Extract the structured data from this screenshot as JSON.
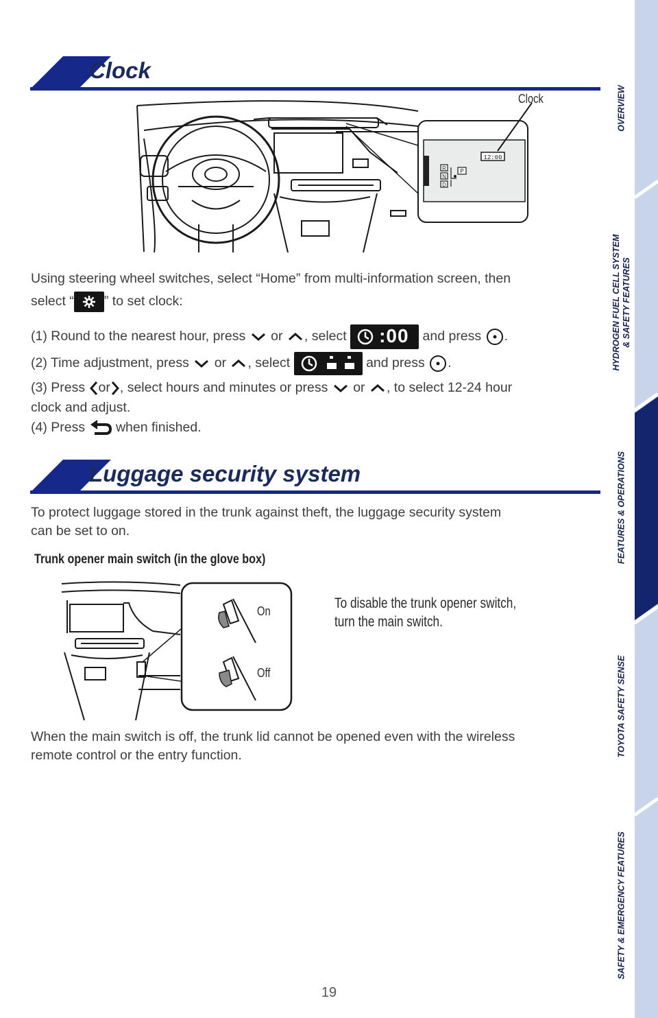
{
  "clock_section": {
    "title": "Clock",
    "figure_label": "Clock",
    "display_clock_text": "12:00",
    "gear_letters": [
      "R",
      "N",
      "D"
    ],
    "park_letter": "P",
    "intro_line1": "Using steering wheel switches, select “Home” from multi-information screen, then",
    "intro_line2_before": "select “",
    "intro_line2_after": "” to set clock:",
    "step1_prefix": "(1) Round to the nearest hour, press",
    "or": "or",
    "select_text": ", select",
    "and_press": "and press",
    "period": ".",
    "step1_box_text": ":00",
    "step2_prefix": "(2) Time adjustment, press",
    "step3_prefix": "(3) Press",
    "step3_mid": ", select hours and minutes or press",
    "step3_suffix": ", to select 12-24 hour",
    "step3_line2": "clock and adjust.",
    "step4_prefix": "(4) Press",
    "step4_suffix": "when finished."
  },
  "luggage_section": {
    "title": "Luggage security system",
    "intro_line1": "To protect luggage stored in the trunk against theft, the luggage security system",
    "intro_line2": "can be set to on.",
    "subheading": "Trunk opener main switch (in the glove box)",
    "label_on": "On",
    "label_off": "Off",
    "note_line1": "To disable the trunk opener switch,",
    "note_line2": "turn the main switch.",
    "footer_line1": "When the main switch is off, the trunk lid cannot be opened even with the wireless",
    "footer_line2": "remote control or the entry function."
  },
  "page_number": "19",
  "side_nav": {
    "items": [
      {
        "label": "OVERVIEW"
      },
      {
        "label_line1": "HYDROGEN FUEL CELL SYSTEM",
        "label_line2": "& SAFETY FEATURES"
      },
      {
        "label": "FEATURES & OPERATIONS",
        "active": true
      },
      {
        "label": "TOYOTA SAFETY SENSE"
      },
      {
        "label": "SAFETY & EMERGENCY FEATURES"
      }
    ],
    "colors": {
      "inactive": "#c7d4ea",
      "active": "#15256d"
    }
  },
  "colors": {
    "accent": "#16288a",
    "heading": "#1b2a5c",
    "body_text": "#3d3d3d"
  }
}
